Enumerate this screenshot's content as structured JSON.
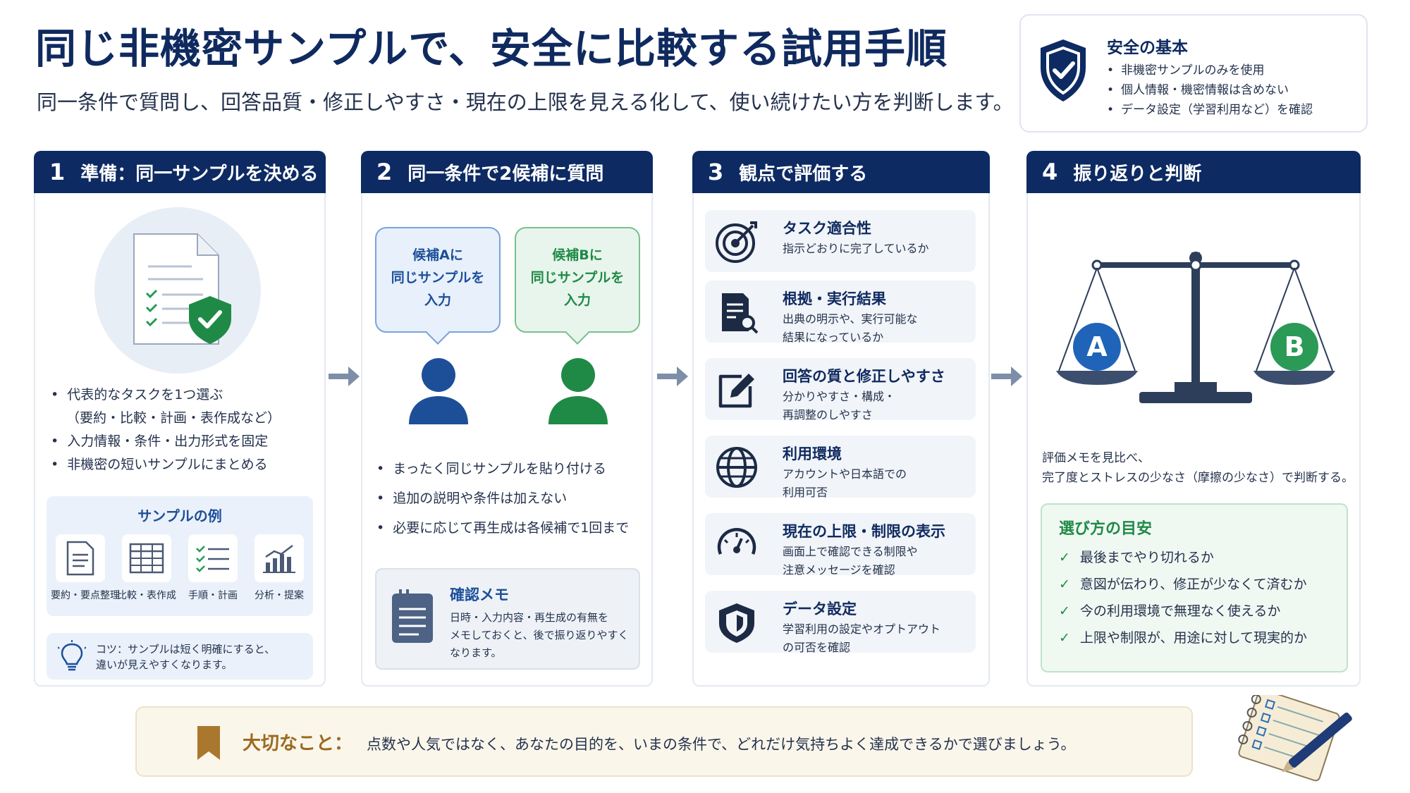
{
  "title": "同じ非機密サンプルで、安全に比較する試用手順",
  "subtitle": "同一条件で質問し、回答品質・修正しやすさ・現在の上限を見える化して、使い続けたい方を判断します。",
  "safety": {
    "title": "安全の基本",
    "items": [
      "非機密サンプルのみを使用",
      "個人情報・機密情報は含めない",
      "データ設定（学習利用など）を確認"
    ]
  },
  "steps": [
    {
      "num": "1",
      "title": "準備：同一サンプルを決める",
      "bullets": [
        "代表的なタスクを1つ選ぶ",
        "（要約・比較・計画・表作成など）",
        "入力情報・条件・出力形式を固定",
        "非機密の短いサンプルにまとめる"
      ],
      "sample_title": "サンプルの例",
      "samples": [
        {
          "label": "要約・要点整理",
          "icon": "document-icon"
        },
        {
          "label": "比較・表作成",
          "icon": "table-icon"
        },
        {
          "label": "手順・計画",
          "icon": "checklist-icon"
        },
        {
          "label": "分析・提案",
          "icon": "chart-icon"
        }
      ],
      "tip_line1": "コツ：サンプルは短く明確にすると、",
      "tip_line2": "違いが見えやすくなります。"
    },
    {
      "num": "2",
      "title": "同一条件で2候補に質問",
      "bubble_a": [
        "候補Aに",
        "同じサンプルを",
        "入力"
      ],
      "bubble_b": [
        "候補Bに",
        "同じサンプルを",
        "入力"
      ],
      "bullets": [
        "まったく同じサンプルを貼り付ける",
        "追加の説明や条件は加えない",
        "必要に応じて再生成は各候補で1回まで"
      ],
      "memo_title": "確認メモ",
      "memo_lines": [
        "日時・入力内容・再生成の有無を",
        "メモしておくと、後で振り返りやすく",
        "なります。"
      ]
    },
    {
      "num": "3",
      "title": "観点で評価する",
      "criteria": [
        {
          "title": "タスク適合性",
          "desc": [
            "指示どおりに完了しているか"
          ],
          "icon": "target-icon"
        },
        {
          "title": "根拠・実行結果",
          "desc": [
            "出典の明示や、実行可能な",
            "結果になっているか"
          ],
          "icon": "document-search-icon"
        },
        {
          "title": "回答の質と修正しやすさ",
          "desc": [
            "分かりやすさ・構成・",
            "再調整のしやすさ"
          ],
          "icon": "edit-icon"
        },
        {
          "title": "利用環境",
          "desc": [
            "アカウントや日本語での",
            "利用可否"
          ],
          "icon": "globe-icon"
        },
        {
          "title": "現在の上限・制限の表示",
          "desc": [
            "画面上で確認できる制限や",
            "注意メッセージを確認"
          ],
          "icon": "gauge-icon"
        },
        {
          "title": "データ設定",
          "desc": [
            "学習利用の設定やオプトアウト",
            "の可否を確認"
          ],
          "icon": "shield-icon"
        }
      ]
    },
    {
      "num": "4",
      "title": "振り返りと判断",
      "scale_a": "A",
      "scale_b": "B",
      "judge_line1": "評価メモを見比べ、",
      "judge_line2": "完了度とストレスの少なさ（摩擦の少なさ）で判断する。",
      "guide_title": "選び方の目安",
      "guide_items": [
        "最後までやり切れるか",
        "意図が伝わり、修正が少なくて済むか",
        "今の利用環境で無理なく使えるか",
        "上限や制限が、用途に対して現実的か"
      ]
    }
  ],
  "important": {
    "title": "大切なこと：",
    "body": "点数や人気ではなく、あなたの目的を、いまの条件で、どれだけ気持ちよく達成できるかで選びましょう。"
  },
  "colors": {
    "navy": "#0d2a63",
    "blue": "#1d4f99",
    "green": "#1f8a46",
    "gold": "#9a6a22"
  }
}
